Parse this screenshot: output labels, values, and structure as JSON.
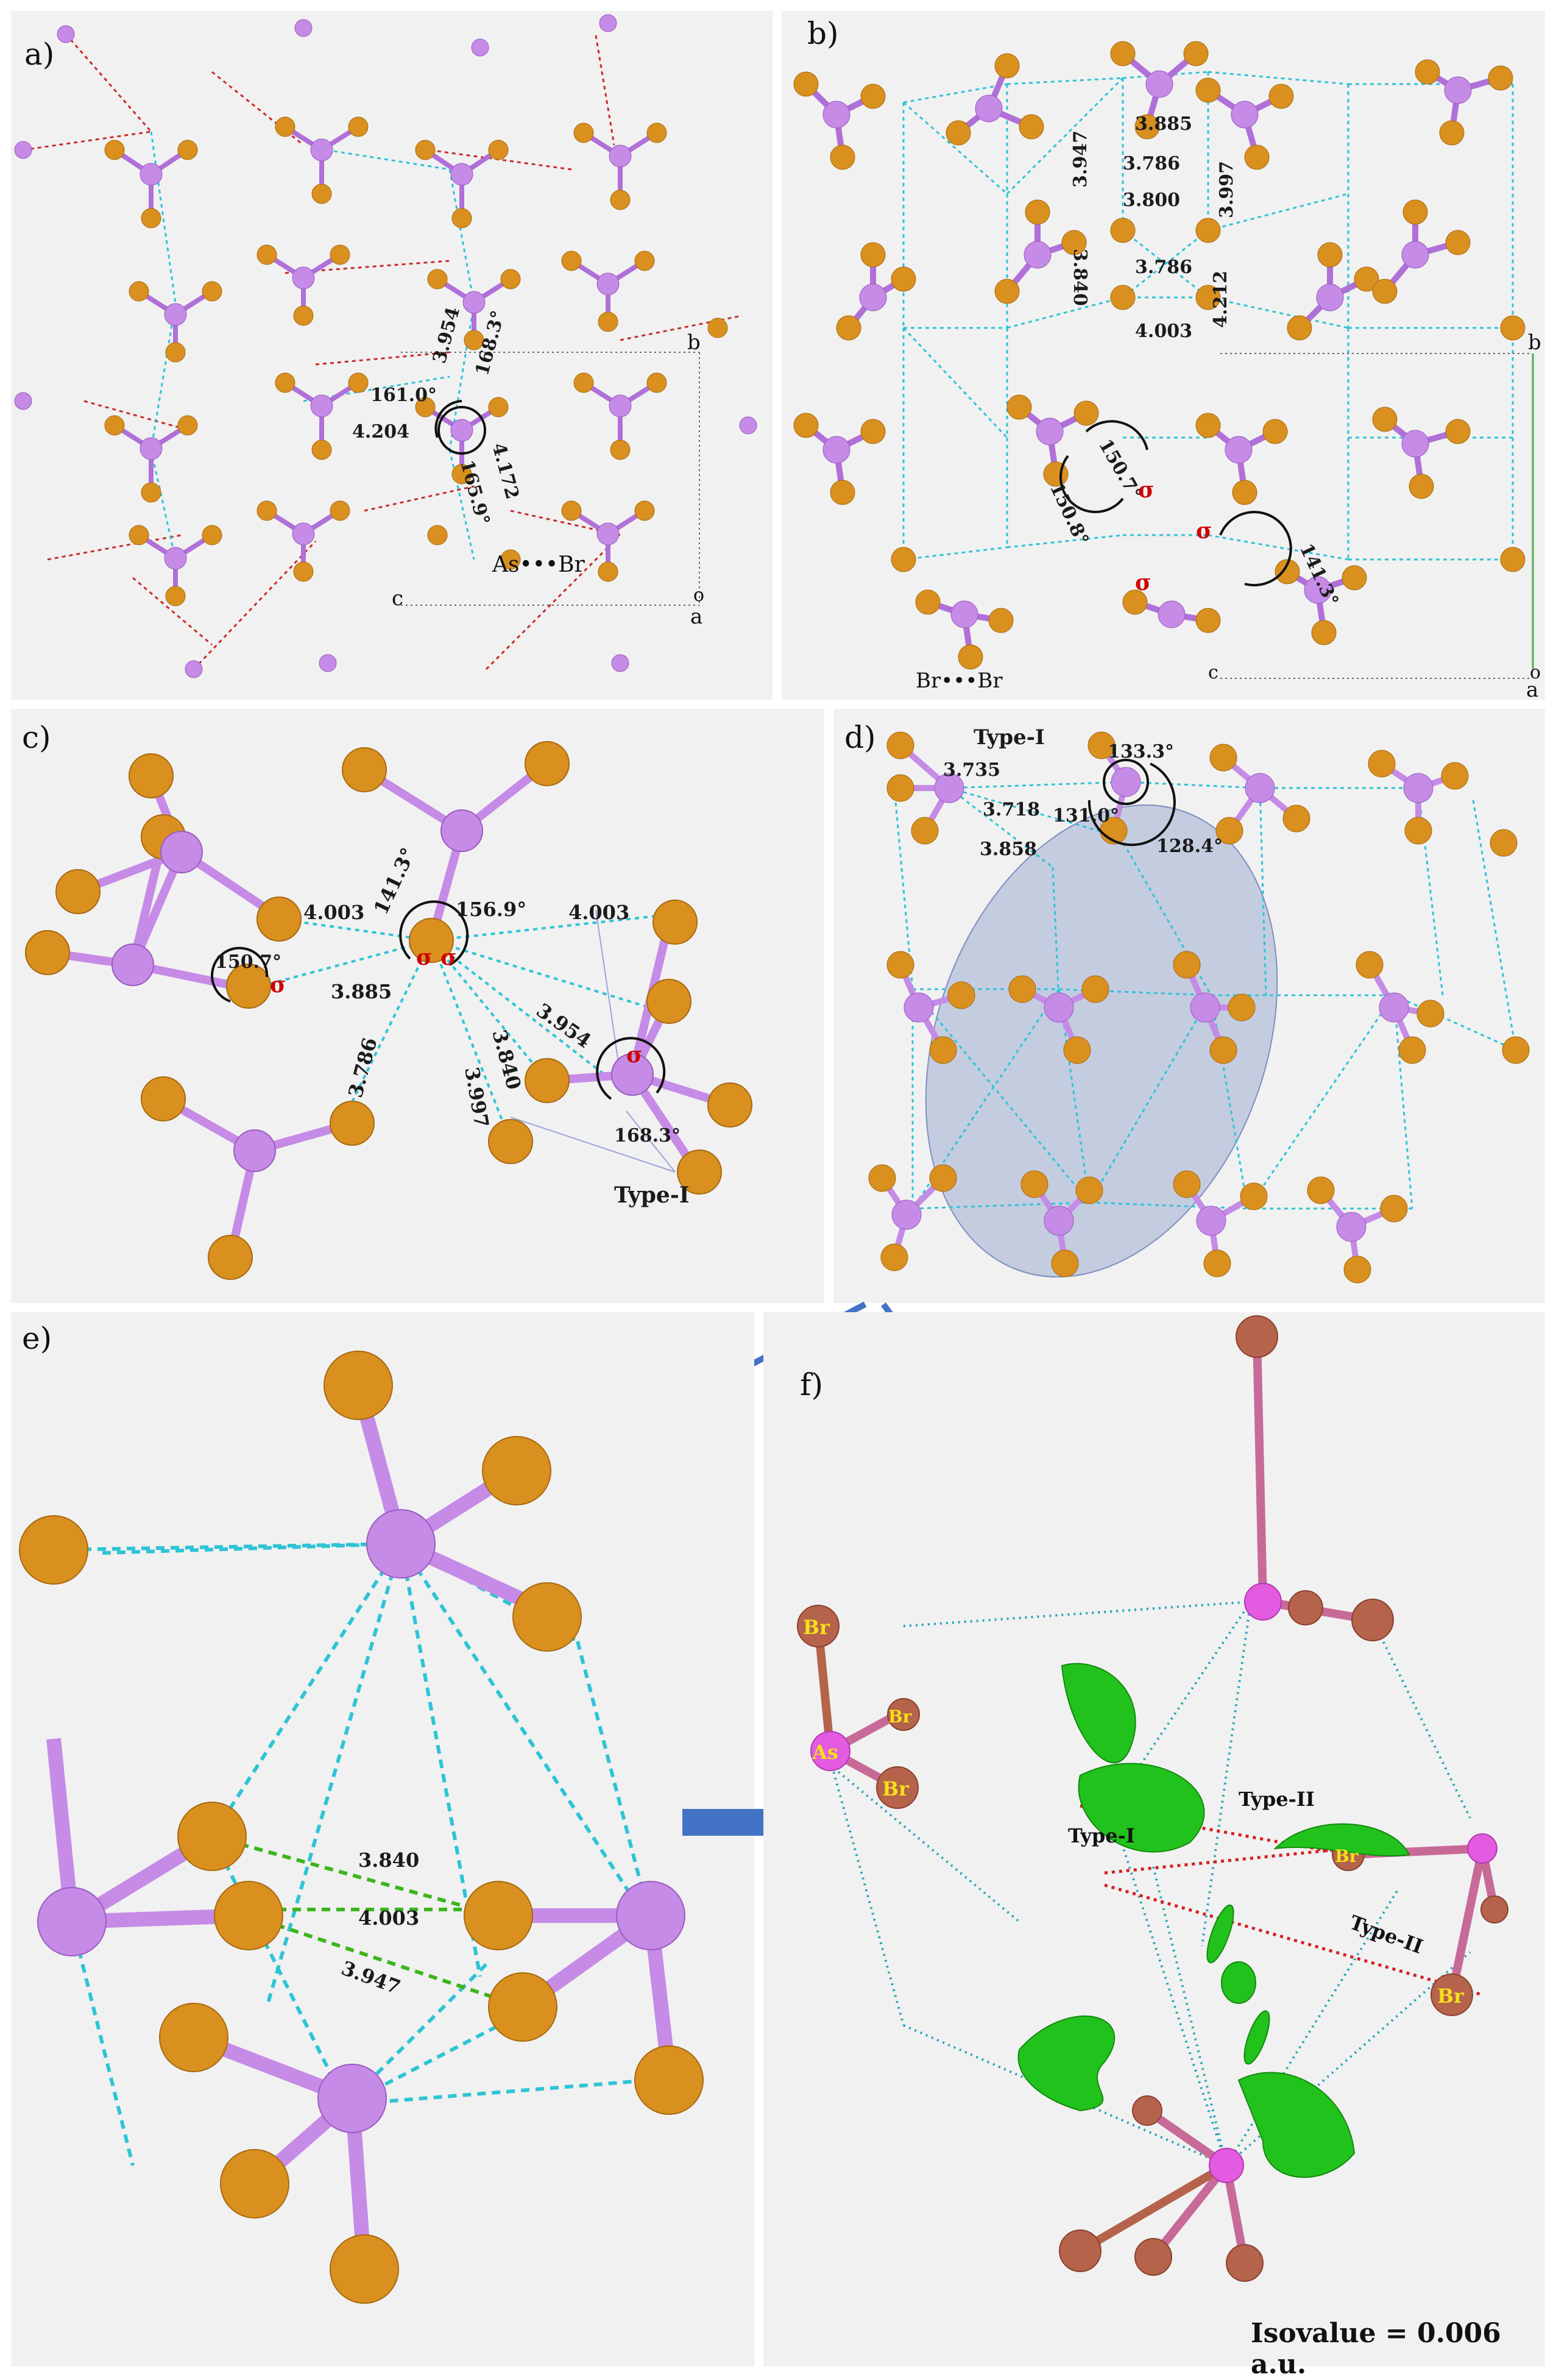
{
  "colors": {
    "panel_bg": "#f1f1f1",
    "arsenic": "#c58be6",
    "bromine": "#d9901f",
    "bromine_f": "#b5634a",
    "contact_cyan": "#2ec4d6",
    "contact_red": "#cc2a2a",
    "contact_green": "#3cb51c",
    "nci_surface": "#22c21c",
    "arrow_blue": "#4472c4",
    "sigma_red": "#d00000"
  },
  "panels": {
    "a": {
      "label": "a)",
      "atom_label": "As•••Br",
      "axes": {
        "b": "b",
        "c": "c",
        "o": "o",
        "a": "a"
      },
      "measurements": [
        "3.954",
        "168.3°",
        "161.0°",
        "4.204",
        "4.172",
        "165.9°"
      ]
    },
    "b": {
      "label": "b)",
      "atom_label": "Br•••Br",
      "axes": {
        "b": "b",
        "c": "c",
        "o": "o",
        "a": "a"
      },
      "measurements": [
        "3.885",
        "3.947",
        "3.786",
        "3.997",
        "3.800",
        "3.840",
        "3.786",
        "4.212",
        "4.003",
        "150.7°",
        "150.8°",
        "141.3°"
      ],
      "sigma": "σ"
    },
    "c": {
      "label": "c)",
      "type_label": "Type-I",
      "measurements": [
        "4.003",
        "141.3°",
        "156.9°",
        "4.003",
        "150.7°",
        "3.885",
        "3.954",
        "3.840",
        "3.786",
        "3.997",
        "168.3°"
      ],
      "sigma": "σ"
    },
    "d": {
      "label": "d)",
      "type_label": "Type-I",
      "measurements": [
        "3.735",
        "133.3°",
        "3.718",
        "131.0°",
        "3.858",
        "128.4°"
      ]
    },
    "e": {
      "label": "e)",
      "measurements": [
        "3.840",
        "4.003",
        "3.947"
      ]
    },
    "f": {
      "label": "f)",
      "atom_labels": {
        "br1": "Br",
        "as": "As",
        "br2": "Br",
        "br3": "Br",
        "br4": "Br",
        "br5": "Br"
      },
      "type_labels": {
        "t2a": "Type-II",
        "t1": "Type-I",
        "t2b": "Type-II"
      },
      "isovalue": "Isovalue = 0.006 a.u."
    }
  }
}
